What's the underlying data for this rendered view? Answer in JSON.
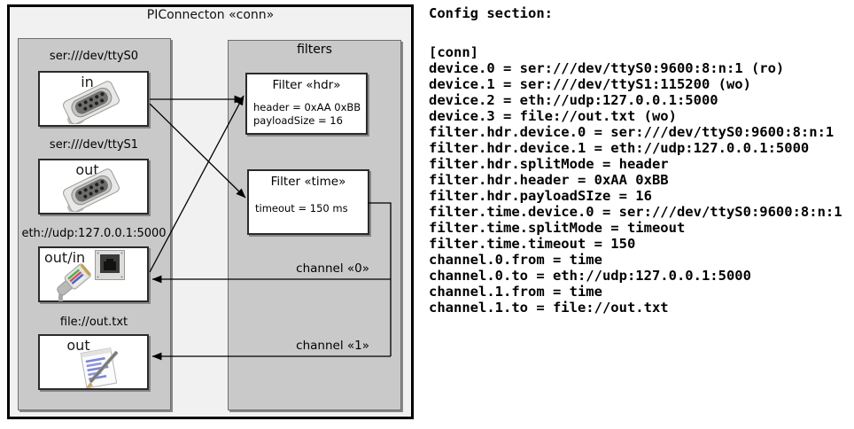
{
  "diagram": {
    "title": "PIConnecton «conn»",
    "devices_panel": {
      "devices": [
        {
          "url": "ser:///dev/ttyS0",
          "role": "in",
          "icon": "serial-connector-icon"
        },
        {
          "url": "ser:///dev/ttyS1",
          "role": "out",
          "icon": "serial-connector-icon"
        },
        {
          "url": "eth://udp:127.0.0.1:5000",
          "role": "out/in",
          "icon": "ethernet-jack-and-cable-icon"
        },
        {
          "url": "file://out.txt",
          "role": "out",
          "icon": "notepad-pencil-icon"
        }
      ]
    },
    "filters_panel": {
      "label": "filters",
      "filters": [
        {
          "title": "Filter «hdr»",
          "attributes": [
            "header = 0xAA 0xBB",
            "payloadSize = 16"
          ]
        },
        {
          "title": "Filter «time»",
          "attributes": [
            "timeout = 150 ms"
          ]
        }
      ]
    },
    "channel_labels": [
      "channel «0»",
      "channel «1»"
    ],
    "colors": {
      "frame_fill": "#f1f1f1",
      "panel_fill": "#c9c9c9",
      "box_fill": "#ffffff",
      "line": "#000000"
    }
  },
  "config": {
    "heading": "Config section:",
    "lines": [
      "[conn]",
      "device.0 = ser:///dev/ttyS0:9600:8:n:1 (ro)",
      "device.1 = ser:///dev/ttyS1:115200 (wo)",
      "device.2 = eth://udp:127.0.0.1:5000",
      "device.3 = file://out.txt (wo)",
      "filter.hdr.device.0 = ser:///dev/ttyS0:9600:8:n:1",
      "filter.hdr.device.1 = eth://udp:127.0.0.1:5000",
      "filter.hdr.splitMode = header",
      "filter.hdr.header = 0xAA 0xBB",
      "filter.hdr.payloadSIze = 16",
      "filter.time.device.0 = ser:///dev/ttyS0:9600:8:n:1",
      "filter.time.splitMode = timeout",
      "filter.time.timeout = 150",
      "channel.0.from = time",
      "channel.0.to = eth://udp:127.0.0.1:5000",
      "channel.1.from = time",
      "channel.1.to = file://out.txt"
    ]
  }
}
